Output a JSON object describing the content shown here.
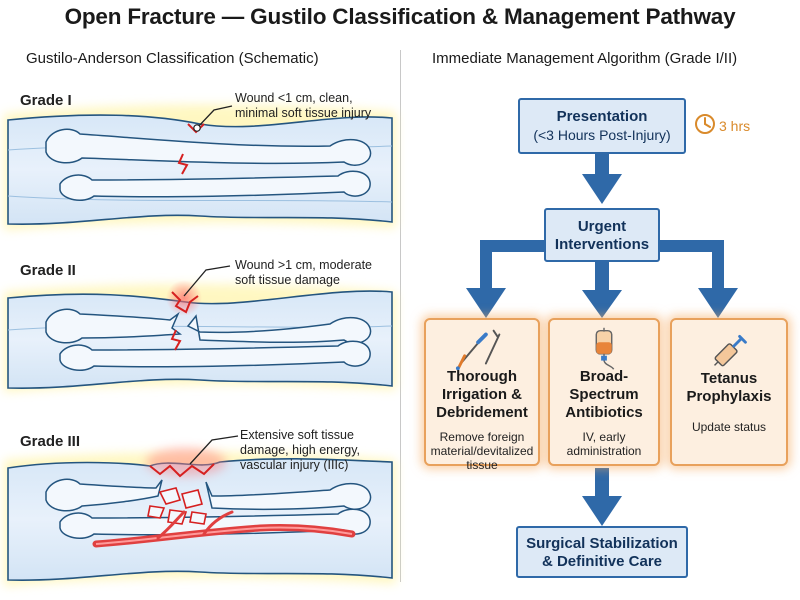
{
  "title": "Open Fracture — Gustilo Classification & Management Pathway",
  "left_panel": {
    "title": "Gustilo-Anderson Classification (Schematic)",
    "grades": [
      {
        "label": "Grade I",
        "description_lines": [
          "Wound <1 cm, clean,",
          "minimal soft tissue injury"
        ]
      },
      {
        "label": "Grade II",
        "description_lines": [
          "Wound >1 cm, moderate",
          "soft tissue damage"
        ]
      },
      {
        "label": "Grade III",
        "description_lines": [
          "Extensive soft tissue",
          "damage, high energy,",
          "vascular injury (IIIc)"
        ]
      }
    ]
  },
  "right_panel": {
    "title": "Immediate Management Algorithm (Grade I/II)",
    "presentation": {
      "title": "Presentation",
      "subtitle": "(<3 Hours Post-Injury)"
    },
    "timer_label": "3 hrs",
    "urgent": {
      "title_lines": [
        "Urgent",
        "Interventions"
      ]
    },
    "interventions": [
      {
        "title_lines": [
          "Thorough",
          "Irrigation &",
          "Debridement"
        ],
        "detail_lines": [
          "Remove foreign",
          "material/devitalized",
          "tissue"
        ],
        "icon": "scalpel-forceps-icon"
      },
      {
        "title_lines": [
          "Broad-",
          "Spectrum",
          "Antibiotics"
        ],
        "detail_lines": [
          "IV, early",
          "administration"
        ],
        "icon": "iv-bag-icon"
      },
      {
        "title_lines": [
          "Tetanus",
          "Prophylaxis"
        ],
        "detail_lines": [
          "Update status"
        ],
        "icon": "syringe-icon"
      }
    ],
    "final": {
      "title_lines": [
        "Surgical Stabilization",
        "& Definitive Care"
      ]
    }
  },
  "colors": {
    "flow_blue": "#2f69a8",
    "box_fill": "#dde9f6",
    "card_border": "#e8a15c",
    "card_fill": "#fdefe0",
    "injury_red": "#d62020",
    "bone_fill": "#e9f1fa",
    "timer_orange": "#d98a2b"
  }
}
